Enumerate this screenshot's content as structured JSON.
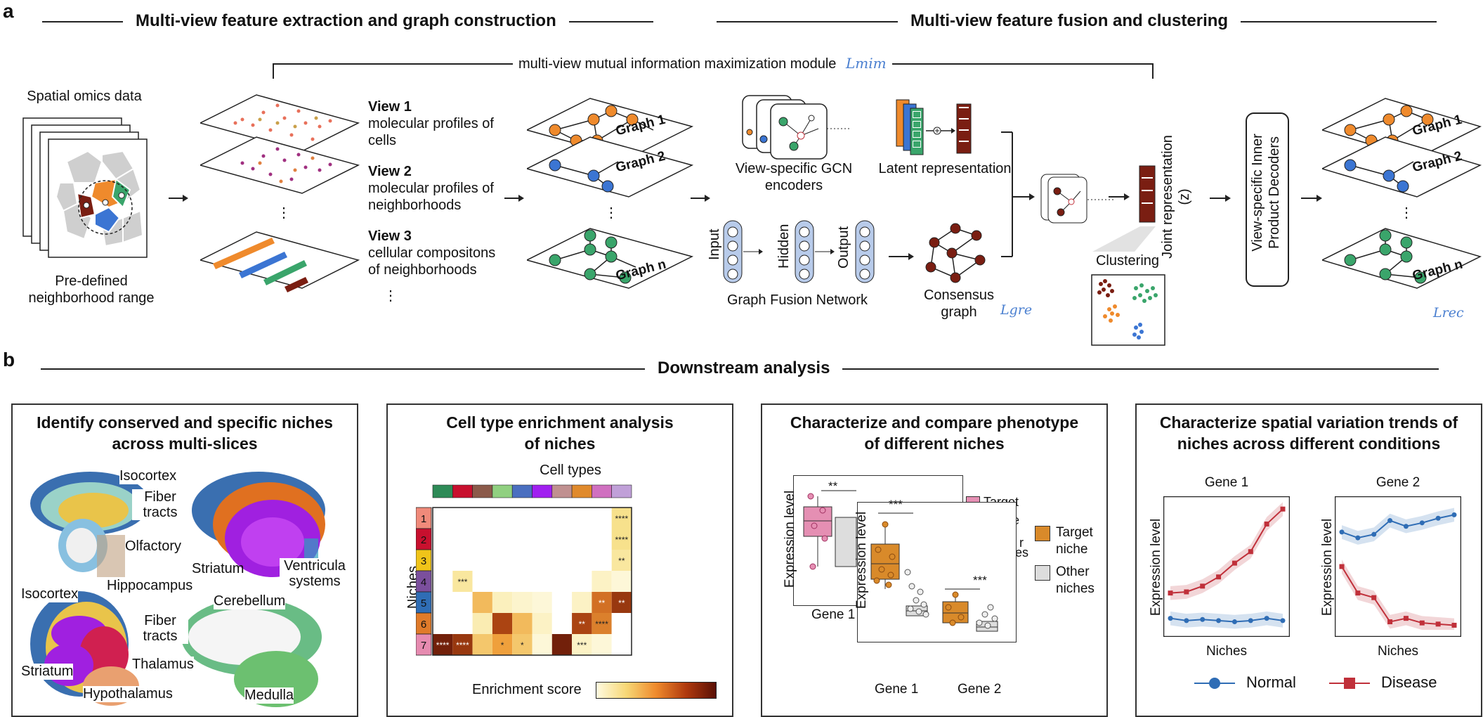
{
  "panel_a": {
    "letter": "a",
    "header_left": "Multi-view feature extraction and graph construction",
    "header_right": "Multi-view feature fusion and clustering",
    "mim_module": "multi-view mutual information maximization module",
    "loss_mim": "Lmim",
    "spatial_omics": "Spatial omics data",
    "neighborhood_range": "Pre-defined neighborhood range",
    "views": [
      {
        "title": "View 1",
        "desc": "molecular profiles of cells"
      },
      {
        "title": "View 2",
        "desc": "molecular profiles of neighborhoods"
      },
      {
        "title": "View 3",
        "desc": "cellular compositons of neighborhoods"
      }
    ],
    "ellipsis": "⋮",
    "graph_labels": [
      "Graph 1",
      "Graph 2",
      "Graph n"
    ],
    "gcn_encoders": "View-specific GCN encoders",
    "latent_representation": "Latent representation",
    "gfn_layers": [
      "Input",
      "Hidden",
      "Output"
    ],
    "graph_fusion_network": "Graph Fusion Network",
    "consensus_graph": "Consensus graph",
    "loss_gre": "Lgre",
    "joint_representation": "Joint representation (z)",
    "clustering": "Clustering",
    "decoders": "View-specific Inner Product Decoders",
    "loss_rec": "Lrec",
    "colors": {
      "orange": "#ef8a2c",
      "blue": "#3b75d3",
      "green": "#3aa56b",
      "darkred": "#7a1e12",
      "loss_blue": "#4a7fd0"
    }
  },
  "panel_b": {
    "letter": "b",
    "header": "Downstream analysis",
    "box1": {
      "title_line1": "Identify conserved and specific niches",
      "title_line2": "across multi-slices",
      "labels": [
        "Isocortex",
        "Fiber tracts",
        "Olfactory",
        "Striatum",
        "Ventricula systems",
        "Isocortex",
        "Hippocampus",
        "Cerebellum",
        "Fiber tracts",
        "Thalamus",
        "Striatum",
        "Hypothalamus",
        "Medulla"
      ]
    },
    "box2": {
      "title_line1": "Cell type enrichment analysis",
      "title_line2": "of niches",
      "cell_types_label": "Cell types",
      "niches_label": "Niches",
      "enrichment_label": "Enrichment score",
      "niche_ids": [
        "1",
        "2",
        "3",
        "4",
        "5",
        "6",
        "7"
      ],
      "niche_colors": [
        "#f08a7a",
        "#c8102e",
        "#f0c419",
        "#7b4f9d",
        "#2f6db5",
        "#e07b2a",
        "#e68bb0"
      ],
      "celltype_colors": [
        "#2e8b57",
        "#c8102e",
        "#8b5a4a",
        "#90d080",
        "#4a6fc0",
        "#a020f0",
        "#c09090",
        "#e08a2c",
        "#d070c0",
        "#c0a0d8"
      ]
    },
    "box3": {
      "title_line1": "Characterize and compare phenotype",
      "title_line2": "of different niches",
      "ylabel": "Expression level",
      "genes": [
        "Gene 1",
        "Gene 2"
      ],
      "back_gene": "Gene 1",
      "sig_back": "**",
      "sig": [
        "***",
        "***"
      ],
      "legend": [
        {
          "label": "Target niche",
          "color": "#d98a2a"
        },
        {
          "label": "Other niches",
          "color": "#dddddd"
        }
      ],
      "back_legend_peek": [
        "Target",
        "e",
        "r",
        "es"
      ]
    },
    "box4": {
      "title_line1": "Characterize spatial variation trends of",
      "title_line2": "niches across different conditions",
      "ylabel": "Expression level",
      "xlabel": "Niches",
      "panels": [
        "Gene 1",
        "Gene 2"
      ],
      "legend": [
        {
          "label": "Normal",
          "color": "#2f6db5"
        },
        {
          "label": "Disease",
          "color": "#c0303a"
        }
      ]
    }
  },
  "chart_data": [
    {
      "type": "heatmap",
      "xlabel": "Cell types",
      "ylabel": "Niches",
      "colorbar_label": "Enrichment score",
      "rows": [
        "1",
        "2",
        "3",
        "4",
        "5",
        "6",
        "7"
      ],
      "n_cols": 10,
      "values": [
        [
          0,
          0,
          0,
          0,
          0,
          0,
          0,
          0,
          0,
          0.25
        ],
        [
          0,
          0,
          0,
          0,
          0,
          0,
          0,
          0,
          0,
          0.25
        ],
        [
          0,
          0,
          0,
          0,
          0,
          0,
          0,
          0,
          0,
          0.2
        ],
        [
          0,
          0.2,
          0,
          0,
          0,
          0,
          0,
          0,
          0.1,
          0.05
        ],
        [
          0,
          0,
          0.4,
          0.12,
          0.08,
          0.05,
          0,
          0.1,
          0.65,
          0.85
        ],
        [
          0,
          0,
          0.15,
          0.8,
          0.4,
          0.1,
          0,
          0.8,
          0.6,
          0
        ],
        [
          0.95,
          0.85,
          0.35,
          0.5,
          0.35,
          0.05,
          0.95,
          0.1,
          0.05,
          0
        ]
      ],
      "annotations": [
        {
          "row": 0,
          "col": 9,
          "text": "****"
        },
        {
          "row": 1,
          "col": 9,
          "text": "****"
        },
        {
          "row": 2,
          "col": 9,
          "text": "**"
        },
        {
          "row": 3,
          "col": 1,
          "text": "***"
        },
        {
          "row": 4,
          "col": 8,
          "text": "**"
        },
        {
          "row": 4,
          "col": 9,
          "text": "**"
        },
        {
          "row": 5,
          "col": 7,
          "text": "**"
        },
        {
          "row": 5,
          "col": 8,
          "text": "****"
        },
        {
          "row": 6,
          "col": 0,
          "text": "****"
        },
        {
          "row": 6,
          "col": 1,
          "text": "****"
        },
        {
          "row": 6,
          "col": 3,
          "text": "*"
        },
        {
          "row": 6,
          "col": 4,
          "text": "*"
        },
        {
          "row": 6,
          "col": 7,
          "text": "***"
        }
      ]
    },
    {
      "type": "line",
      "title": "Gene 1",
      "xlabel": "Niches",
      "ylabel": "Expression level",
      "x": [
        1,
        2,
        3,
        4,
        5,
        6,
        7,
        8
      ],
      "series": [
        {
          "name": "Normal",
          "values": [
            0.1,
            0.08,
            0.09,
            0.08,
            0.07,
            0.08,
            0.1,
            0.08
          ]
        },
        {
          "name": "Disease",
          "values": [
            0.32,
            0.33,
            0.38,
            0.46,
            0.58,
            0.68,
            0.92,
            1.05
          ]
        }
      ],
      "ylim": [
        0,
        1.1
      ]
    },
    {
      "type": "line",
      "title": "Gene 2",
      "xlabel": "Niches",
      "ylabel": "Expression level",
      "x": [
        1,
        2,
        3,
        4,
        5,
        6,
        7,
        8
      ],
      "series": [
        {
          "name": "Normal",
          "values": [
            0.85,
            0.8,
            0.83,
            0.95,
            0.9,
            0.93,
            0.97,
            1.0
          ]
        },
        {
          "name": "Disease",
          "values": [
            0.55,
            0.32,
            0.28,
            0.07,
            0.1,
            0.06,
            0.05,
            0.04
          ]
        }
      ],
      "ylim": [
        0,
        1.1
      ]
    }
  ]
}
